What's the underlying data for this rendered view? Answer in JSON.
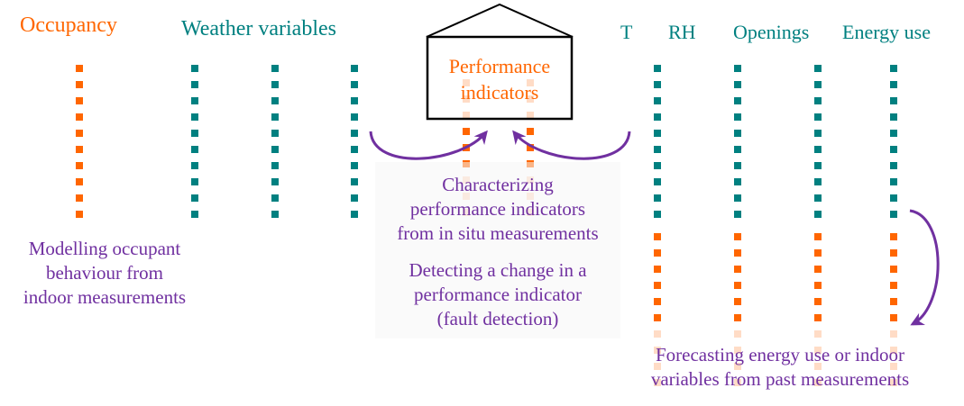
{
  "colors": {
    "occupancy": "#ff6600",
    "weather": "#008080",
    "annotation": "#7030a0",
    "faded_orange": "#ffdcc6",
    "house_stroke": "#000000"
  },
  "headers": {
    "occupancy": "Occupancy",
    "weather": "Weather variables",
    "t": "T",
    "rh": "RH",
    "openings": "Openings",
    "energy": "Energy use"
  },
  "house": {
    "line1": "Performance",
    "line2": "indicators"
  },
  "descriptions": {
    "occupant": [
      "Modelling occupant",
      "behaviour from",
      "indoor measurements"
    ],
    "characterizing": [
      "Characterizing",
      "performance indicators",
      "from in situ measurements"
    ],
    "detecting": [
      "Detecting a change in a",
      "performance indicator",
      "(fault detection)"
    ],
    "forecasting": [
      "Forecasting energy use or indoor",
      "variables from past measurements"
    ]
  },
  "series_columns": [
    {
      "name": "occupancy",
      "segments": [
        {
          "kind": "occupancy",
          "count": 10
        }
      ]
    },
    {
      "name": "weather-1",
      "segments": [
        {
          "kind": "weather",
          "count": 10
        }
      ]
    },
    {
      "name": "weather-2",
      "segments": [
        {
          "kind": "weather",
          "count": 10
        }
      ]
    },
    {
      "name": "weather-3",
      "segments": [
        {
          "kind": "weather",
          "count": 10
        }
      ]
    },
    {
      "name": "performance-1",
      "segments": [
        {
          "kind": "faded",
          "count": 3
        },
        {
          "kind": "occupancy",
          "count": 3
        },
        {
          "kind": "faded",
          "count": 3
        }
      ]
    },
    {
      "name": "performance-2",
      "segments": [
        {
          "kind": "faded",
          "count": 3
        },
        {
          "kind": "occupancy",
          "count": 3
        },
        {
          "kind": "faded",
          "count": 3
        }
      ]
    },
    {
      "name": "t",
      "segments": [
        {
          "kind": "weather",
          "count": 10
        },
        {
          "kind": "gap",
          "count": 1
        },
        {
          "kind": "occupancy",
          "count": 6
        },
        {
          "kind": "faded",
          "count": 4
        }
      ]
    },
    {
      "name": "rh",
      "segments": [
        {
          "kind": "weather",
          "count": 10
        },
        {
          "kind": "gap",
          "count": 1
        },
        {
          "kind": "occupancy",
          "count": 6
        },
        {
          "kind": "faded",
          "count": 4
        }
      ]
    },
    {
      "name": "openings",
      "segments": [
        {
          "kind": "weather",
          "count": 10
        },
        {
          "kind": "gap",
          "count": 1
        },
        {
          "kind": "occupancy",
          "count": 6
        },
        {
          "kind": "faded",
          "count": 4
        }
      ]
    },
    {
      "name": "energy-use",
      "segments": [
        {
          "kind": "weather",
          "count": 10
        },
        {
          "kind": "gap",
          "count": 1
        },
        {
          "kind": "occupancy",
          "count": 6
        },
        {
          "kind": "faded",
          "count": 4
        }
      ]
    }
  ]
}
